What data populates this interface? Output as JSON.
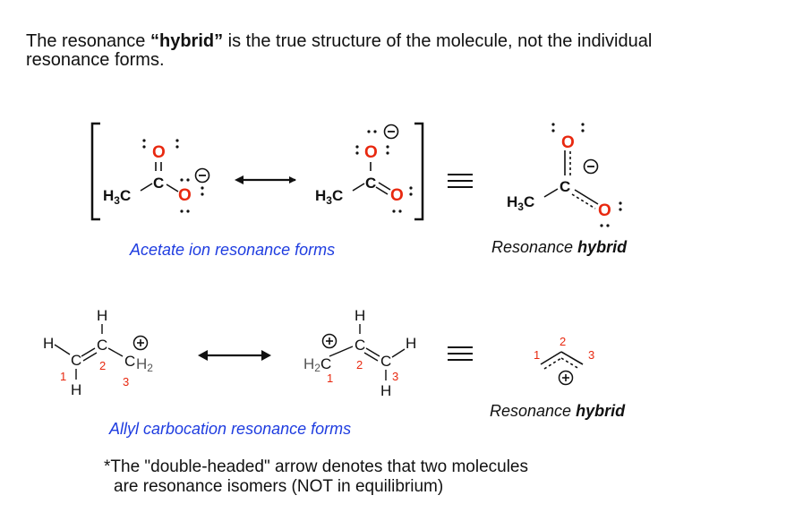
{
  "intro": {
    "line1_a": "The resonance ",
    "line1_b": "“hybrid”",
    "line1_c": " is the true structure of the molecule, not the individual",
    "line2": "resonance forms."
  },
  "acetate": {
    "caption": "Acetate ion resonance forms",
    "methyl_label": "H3C",
    "carbon": "C",
    "oxygen": "O",
    "minus": "−"
  },
  "hybrid_top": {
    "caption_a": "Resonance ",
    "caption_b": "hybrid"
  },
  "allyl": {
    "caption": "Allyl carbocation resonance forms",
    "h": "H",
    "c": "C",
    "ch2": "CH2",
    "h2c": "H2C",
    "plus": "+",
    "n1": "1",
    "n2": "2",
    "n3": "3"
  },
  "hybrid_bottom": {
    "caption_a": "Resonance ",
    "caption_b": "hybrid"
  },
  "note": {
    "line1": "*The \"double-headed\" arrow  denotes that two molecules",
    "line2": "are resonance isomers  (NOT in equilibrium)"
  },
  "colors": {
    "oxygen": "#e8280f",
    "number": "#e8280f",
    "caption": "#1f3de0",
    "ink": "#111111"
  }
}
